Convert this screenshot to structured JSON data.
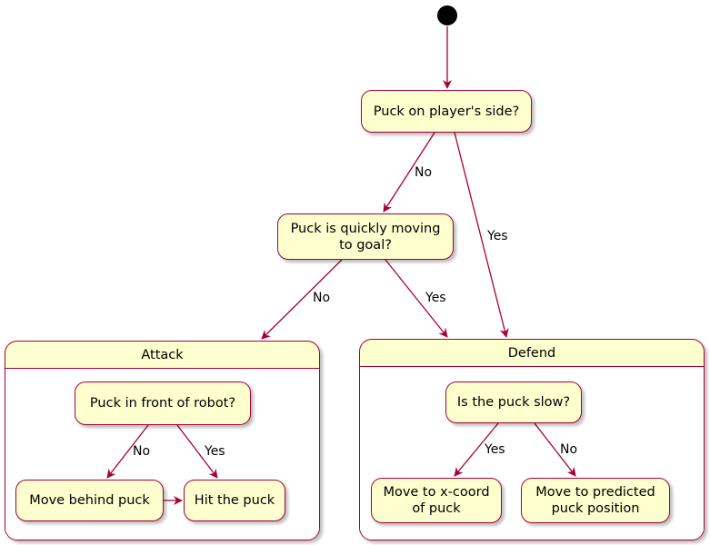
{
  "nodes": {
    "puck_on_side": "Puck on player's side?",
    "quickly_moving": "Puck is quickly moving to goal?",
    "front_of_robot": "Puck in front of robot?",
    "move_behind": "Move behind puck",
    "hit_puck": "Hit the puck",
    "puck_slow": "Is the puck slow?",
    "move_x": "Move to x-coord of puck",
    "move_predicted": "Move to predicted puck position"
  },
  "composites": {
    "attack": "Attack",
    "defend": "Defend"
  },
  "edges": {
    "side_no": "No",
    "side_yes": "Yes",
    "quick_no": "No",
    "quick_yes": "Yes",
    "front_no": "No",
    "front_yes": "Yes",
    "slow_yes": "Yes",
    "slow_no": "No"
  },
  "colors": {
    "node_fill": "#fefece",
    "border": "#a80036",
    "arrow": "#a80036",
    "start": "#000000"
  }
}
